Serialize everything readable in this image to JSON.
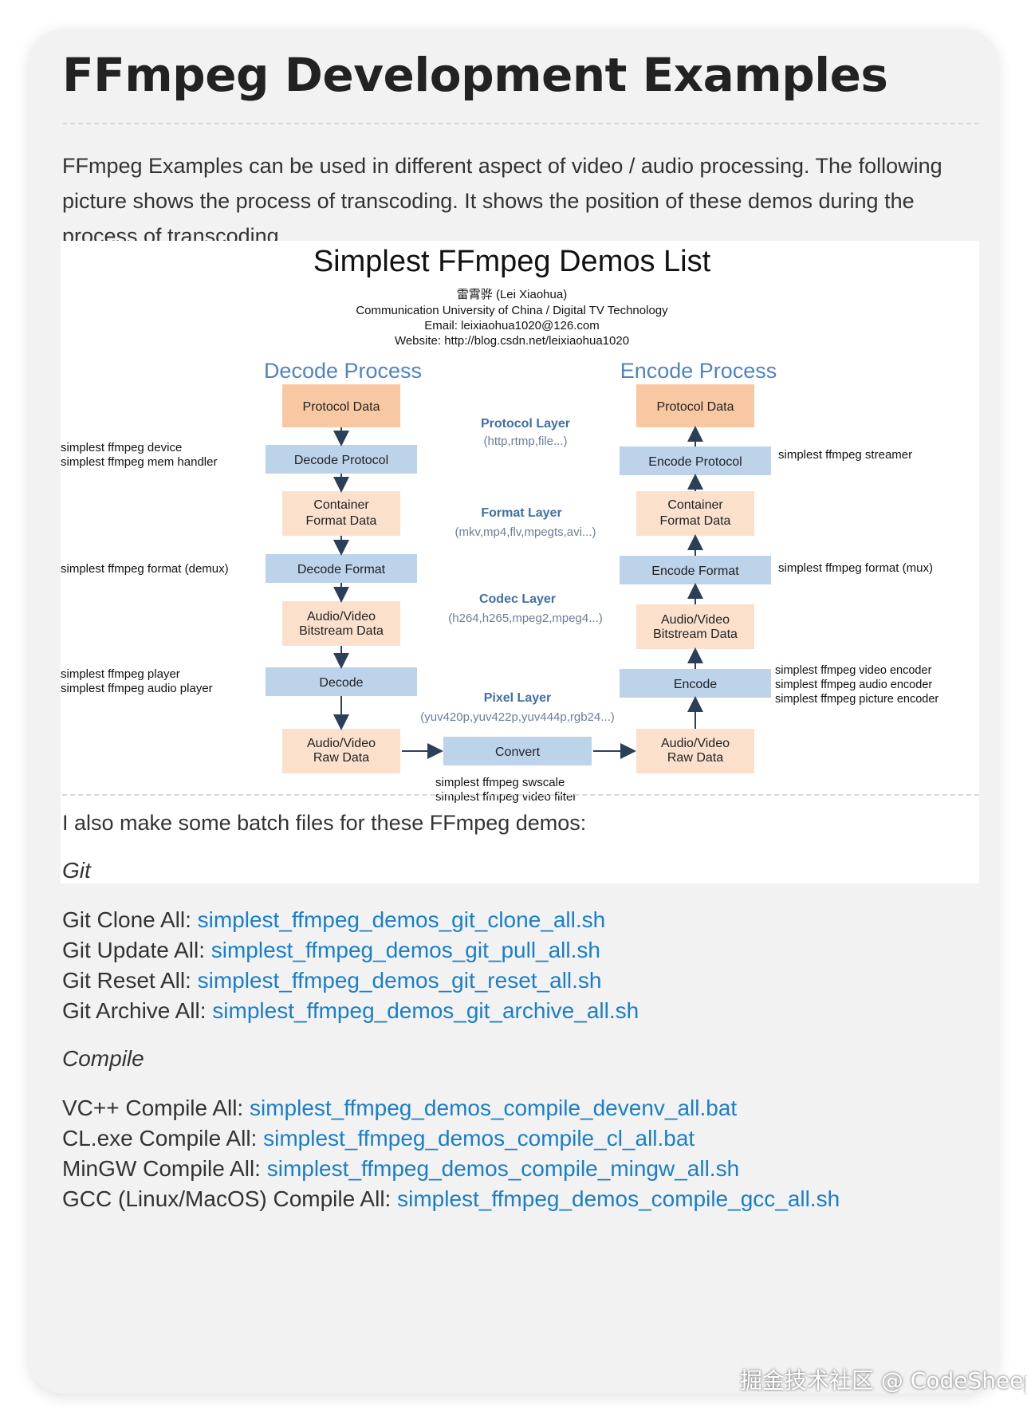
{
  "title": "FFmpeg Development Examples",
  "intro": "FFmpeg Examples can be used in different aspect of video / audio processing. The following picture shows the process of transcoding. It shows the position of these demos during the process of transcoding.",
  "figure": {
    "title": "Simplest FFmpeg Demos List",
    "author": "雷霄骅 (Lei Xiaohua)",
    "org": "Communication University of China / Digital TV Technology",
    "email": "Email:  leixiaohua1020@126.com",
    "website": "Website:  http://blog.csdn.net/leixiaohua1020",
    "decode_heading": "Decode Process",
    "encode_heading": "Encode Process",
    "decode": {
      "protocol_data": "Protocol Data",
      "decode_protocol": "Decode Protocol",
      "container_1": "Container",
      "container_2": "Format Data",
      "decode_format": "Decode Format",
      "bitstream_1": "Audio/Video",
      "bitstream_2": "Bitstream Data",
      "decode": "Decode",
      "raw_1": "Audio/Video",
      "raw_2": "Raw Data"
    },
    "encode": {
      "protocol_data": "Protocol Data",
      "encode_protocol": "Encode Protocol",
      "container_1": "Container",
      "container_2": "Format Data",
      "encode_format": "Encode Format",
      "bitstream_1": "Audio/Video",
      "bitstream_2": "Bitstream Data",
      "encode": "Encode",
      "raw_1": "Audio/Video",
      "raw_2": "Raw Data"
    },
    "convert": "Convert",
    "layers": {
      "protocol": "Protocol Layer",
      "protocol_sub": "(http,rtmp,file...)",
      "format": "Format Layer",
      "format_sub": "(mkv,mp4,flv,mpegts,avi...)",
      "codec": "Codec Layer",
      "codec_sub": "(h264,h265,mpeg2,mpeg4...)",
      "pixel": "Pixel Layer",
      "pixel_sub": "(yuv420p,yuv422p,yuv444p,rgb24...)"
    },
    "notes_left": {
      "device": "simplest ffmpeg device",
      "mem_handler": "simplest ffmpeg mem handler",
      "demux": "simplest ffmpeg format (demux)",
      "player": "simplest ffmpeg player",
      "audio_player": "simplest ffmpeg audio player"
    },
    "notes_right": {
      "streamer": "simplest ffmpeg streamer",
      "mux": "simplest ffmpeg format (mux)",
      "video_encoder": "simplest ffmpeg video encoder",
      "audio_encoder": "simplest ffmpeg audio encoder",
      "picture_encoder": "simplest ffmpeg picture encoder"
    },
    "notes_bottom": {
      "swscale": "simplest ffmpeg swscale",
      "video_filter": "simplest ffmpeg video filter"
    },
    "colors": {
      "orange": "#f8c8a2",
      "orange_light": "#fbe1cc",
      "blue": "#bcd3ea",
      "heading": "#4f83c4",
      "layer": "#3f6fa8"
    }
  },
  "batch_intro": "I also make some batch files for these FFmpeg demos:",
  "git": {
    "heading": "Git",
    "rows": [
      {
        "label": "Git Clone All: ",
        "link": "simplest_ffmpeg_demos_git_clone_all.sh"
      },
      {
        "label": "Git Update All: ",
        "link": "simplest_ffmpeg_demos_git_pull_all.sh"
      },
      {
        "label": "Git Reset All: ",
        "link": "simplest_ffmpeg_demos_git_reset_all.sh"
      },
      {
        "label": "Git Archive All: ",
        "link": "simplest_ffmpeg_demos_git_archive_all.sh"
      }
    ]
  },
  "compile": {
    "heading": "Compile",
    "rows": [
      {
        "label": "VC++ Compile All: ",
        "link": "simplest_ffmpeg_demos_compile_devenv_all.bat"
      },
      {
        "label": "CL.exe Compile All: ",
        "link": "simplest_ffmpeg_demos_compile_cl_all.bat"
      },
      {
        "label": "MinGW Compile All: ",
        "link": "simplest_ffmpeg_demos_compile_mingw_all.sh"
      },
      {
        "label": "GCC (Linux/MacOS) Compile All: ",
        "link": "simplest_ffmpeg_demos_compile_gcc_all.sh"
      }
    ]
  },
  "watermark": "掘金技术社区 @ CodeSheep"
}
